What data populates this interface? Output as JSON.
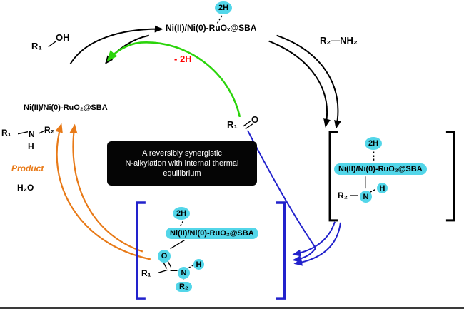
{
  "colors": {
    "cyan": "#53D6E9",
    "green": "#2BD40B",
    "orange": "#E87A18",
    "red": "#FF0000",
    "blue": "#2222CC",
    "ink": "#000000"
  },
  "top": {
    "hydride": "2H",
    "catalyst": "Ni(II)/Ni(0)-RuOₓ@SBA"
  },
  "reactants": {
    "alcohol_r1": "R₁",
    "alcohol_oh": "OH",
    "amine": "R₂—NH₂"
  },
  "dehydro_label": "- 2H",
  "aldehyde": {
    "r1": "R₁",
    "o": "O"
  },
  "left": {
    "catalyst": "Ni(II)/Ni(0)-RuO₂@SBA",
    "product_r1": "R₁",
    "product_n": "N",
    "product_r2": "R₂",
    "product_h": "H",
    "product_label": "Product",
    "water": "H₂O"
  },
  "center_box": {
    "line1": "A reversibly synergistic",
    "line2": "N-alkylation with internal thermal",
    "line3": "equilibrium"
  },
  "amine_adduct": {
    "hydride": "2H",
    "catalyst": "Ni(II)/Ni(0)-RuO₂@SBA",
    "r2": "R₂",
    "n": "N",
    "h": "H"
  },
  "hemiaminal": {
    "hydride": "2H",
    "catalyst": "Ni(II)/Ni(0)-RuO₂@SBA",
    "o": "O",
    "r1": "R₁",
    "n": "N",
    "h": "H",
    "r2": "R₂"
  }
}
